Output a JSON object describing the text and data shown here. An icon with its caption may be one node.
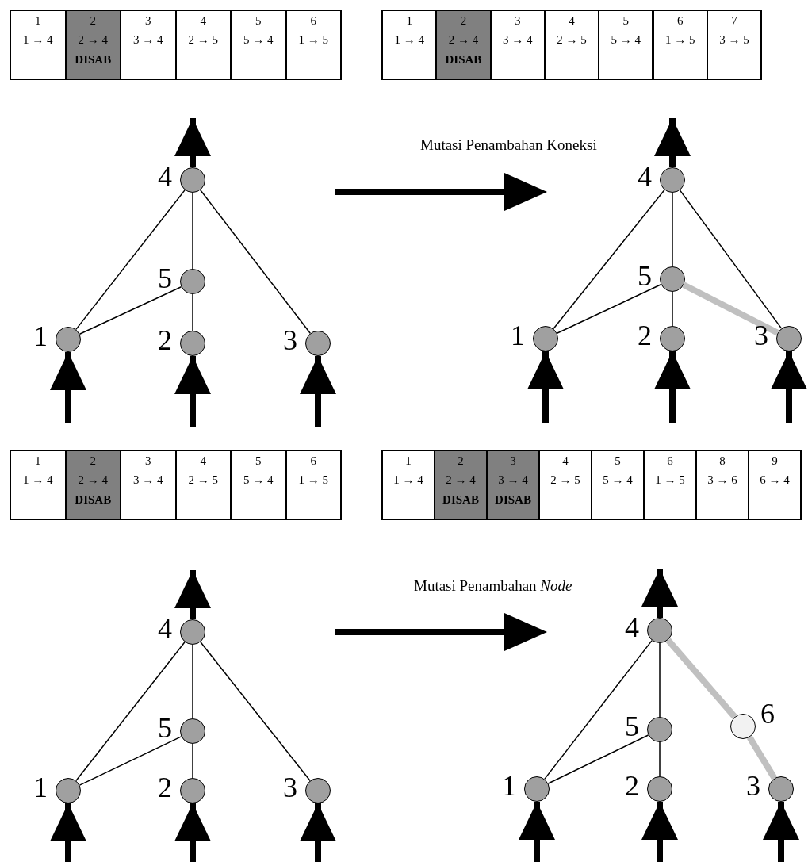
{
  "diagram": {
    "nodes": [
      {
        "text": [
          "1",
          "1 → 4"
        ]
      },
      {
        "text": [
          "2",
          "2 → 4",
          "DISAB"
        ]
      },
      {
        "text": [
          "3",
          "3 → 4"
        ]
      },
      {
        "text": [
          "4",
          "2 → 5"
        ]
      },
      {
        "text": [
          "5",
          "5 → 4"
        ]
      },
      {
        "text": [
          "6",
          "1 → 5"
        ]
      },
      {
        "text": [
          "1",
          "1 → 4"
        ]
      },
      {
        "text": [
          "2",
          "2 → 4",
          "DISAB"
        ]
      },
      {
        "text": [
          "3",
          "3 → 4"
        ]
      },
      {
        "text": [
          "4",
          "2 → 5"
        ]
      },
      {
        "text": [
          "5",
          "5 → 4"
        ]
      },
      {
        "text": [
          "6",
          "1 → 5"
        ]
      },
      {
        "text": [
          "7",
          "3 → 5"
        ]
      },
      {
        "text": [],
        "shape": "circle",
        "beside": [
          "4"
        ]
      },
      {
        "text": [],
        "shape": "circle",
        "beside": [
          "5"
        ]
      },
      {
        "text": [],
        "shape": "circle",
        "beside": [
          "1"
        ]
      },
      {
        "text": [],
        "shape": "circle",
        "beside": [
          "2"
        ]
      },
      {
        "text": [],
        "shape": "circle",
        "beside": [
          "3"
        ]
      },
      {
        "text": [],
        "shape": "circle",
        "beside": [
          "4"
        ]
      },
      {
        "text": [],
        "shape": "circle",
        "beside": [
          "5"
        ]
      },
      {
        "text": [],
        "shape": "circle",
        "beside": [
          "1"
        ]
      },
      {
        "text": [],
        "shape": "circle",
        "beside": [
          "2"
        ]
      },
      {
        "text": [],
        "shape": "circle",
        "beside": [
          "3"
        ]
      },
      {
        "text": [
          "1",
          "1 → 4"
        ]
      },
      {
        "text": [
          "2",
          "2 → 4",
          "DISAB"
        ]
      },
      {
        "text": [
          "3",
          "3 → 4"
        ]
      },
      {
        "text": [
          "4",
          "2 → 5"
        ]
      },
      {
        "text": [
          "5",
          "5 → 4"
        ]
      },
      {
        "text": [
          "6",
          "1 → 5"
        ]
      },
      {
        "text": [
          "1",
          "1 → 4"
        ]
      },
      {
        "text": [
          "2",
          "2 → 4",
          "DISAB"
        ]
      },
      {
        "text": [
          "3",
          "3 → 4",
          "DISAB"
        ]
      },
      {
        "text": [
          "4",
          "2 → 5"
        ]
      },
      {
        "text": [
          "5",
          "5 → 4"
        ]
      },
      {
        "text": [
          "6",
          "1 → 5"
        ]
      },
      {
        "text": [
          "8",
          "3 → 6"
        ]
      },
      {
        "text": [
          "9",
          "6 → 4"
        ]
      },
      {
        "text": [],
        "shape": "circle",
        "beside": [
          "4"
        ]
      },
      {
        "text": [],
        "shape": "circle",
        "beside": [
          "5"
        ]
      },
      {
        "text": [],
        "shape": "circle",
        "beside": [
          "1"
        ]
      },
      {
        "text": [],
        "shape": "circle",
        "beside": [
          "2"
        ]
      },
      {
        "text": [],
        "shape": "circle",
        "beside": [
          "3"
        ]
      },
      {
        "text": [],
        "shape": "circle",
        "beside": [
          "4"
        ]
      },
      {
        "text": [],
        "shape": "circle",
        "beside": [
          "5"
        ]
      },
      {
        "text": [],
        "shape": "circle",
        "beside": [
          "6"
        ]
      },
      {
        "text": [],
        "shape": "circle",
        "beside": [
          "1"
        ]
      },
      {
        "text": [],
        "shape": "circle",
        "beside": [
          "2"
        ]
      },
      {
        "text": [],
        "shape": "circle",
        "beside": [
          "3"
        ]
      }
    ],
    "edges": [
      {
        "from": 15,
        "to": 13,
        "arrow": "none"
      },
      {
        "from": 15,
        "to": 14,
        "arrow": "none"
      },
      {
        "from": 14,
        "to": 13,
        "arrow": "none"
      },
      {
        "from": 16,
        "to": 14,
        "arrow": "none"
      },
      {
        "from": 17,
        "to": 13,
        "arrow": "none"
      },
      {
        "from": null,
        "to": 15,
        "arrow": "to",
        "style": "thick"
      },
      {
        "from": null,
        "to": 16,
        "arrow": "to",
        "style": "thick"
      },
      {
        "from": null,
        "to": 17,
        "arrow": "to",
        "style": "thick"
      },
      {
        "from": 13,
        "to": null,
        "arrow": "to",
        "style": "thick"
      },
      {
        "from": 20,
        "to": 18,
        "arrow": "none"
      },
      {
        "from": 20,
        "to": 19,
        "arrow": "none"
      },
      {
        "from": 19,
        "to": 18,
        "arrow": "none"
      },
      {
        "from": 21,
        "to": 19,
        "arrow": "none"
      },
      {
        "from": 22,
        "to": 18,
        "arrow": "none"
      },
      {
        "from": 19,
        "to": 22,
        "arrow": "none",
        "style": "thick",
        "color": "#c0c0c0"
      },
      {
        "from": null,
        "to": 20,
        "arrow": "to",
        "style": "thick"
      },
      {
        "from": null,
        "to": 21,
        "arrow": "to",
        "style": "thick"
      },
      {
        "from": null,
        "to": 22,
        "arrow": "to",
        "style": "thick"
      },
      {
        "from": 18,
        "to": null,
        "arrow": "to",
        "style": "thick"
      },
      {
        "from": 39,
        "to": 37,
        "arrow": "none"
      },
      {
        "from": 39,
        "to": 38,
        "arrow": "none"
      },
      {
        "from": 38,
        "to": 37,
        "arrow": "none"
      },
      {
        "from": 40,
        "to": 38,
        "arrow": "none"
      },
      {
        "from": 41,
        "to": 37,
        "arrow": "none"
      },
      {
        "from": null,
        "to": 39,
        "arrow": "to",
        "style": "thick"
      },
      {
        "from": null,
        "to": 40,
        "arrow": "to",
        "style": "thick"
      },
      {
        "from": null,
        "to": 41,
        "arrow": "to",
        "style": "thick"
      },
      {
        "from": 37,
        "to": null,
        "arrow": "to",
        "style": "thick"
      },
      {
        "from": 45,
        "to": 42,
        "arrow": "none"
      },
      {
        "from": 45,
        "to": 43,
        "arrow": "none"
      },
      {
        "from": 43,
        "to": 42,
        "arrow": "none"
      },
      {
        "from": 46,
        "to": 43,
        "arrow": "none"
      },
      {
        "from": 47,
        "to": 44,
        "arrow": "none",
        "style": "thick",
        "color": "#c0c0c0"
      },
      {
        "from": 44,
        "to": 42,
        "arrow": "none",
        "style": "thick",
        "color": "#c0c0c0"
      },
      {
        "from": null,
        "to": 45,
        "arrow": "to",
        "style": "thick"
      },
      {
        "from": null,
        "to": 46,
        "arrow": "to",
        "style": "thick"
      },
      {
        "from": null,
        "to": 47,
        "arrow": "to",
        "style": "thick"
      },
      {
        "from": 42,
        "to": null,
        "arrow": "to",
        "style": "thick"
      }
    ],
    "labels": [
      "Mutasi Penambahan Koneksi",
      "Mutasi Penambahan *Node*"
    ]
  }
}
